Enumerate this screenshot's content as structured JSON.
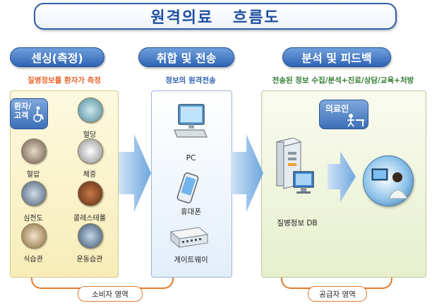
{
  "title": "원격의료   흐름도",
  "sections": [
    {
      "header": "센싱(측정)",
      "subtitle": "질병정보를 환자가 측정"
    },
    {
      "header": "취합 및 전송",
      "subtitle": "정보의 원격전송"
    },
    {
      "header": "분석 및 피드백",
      "subtitle": "전송된 정보 수집/분석+진료/상담/교육+처방"
    }
  ],
  "patient_badge": "환자/\n고객",
  "sensing_items": [
    "혈당",
    "혈압",
    "체중",
    "심전도",
    "콜레스테롤",
    "식습관",
    "운동습관"
  ],
  "devices": [
    "PC",
    "휴대폰",
    "게이트웨이"
  ],
  "doctor_badge": "의료인",
  "db_label": "질병정보 DB",
  "zones": {
    "consumer": "소비자 영역",
    "provider": "공급자 영역"
  },
  "colors": {
    "header_blue": "#2f64b5",
    "subtitle_orange": "#e8632a",
    "subtitle_blue": "#2a5fb0",
    "subtitle_green": "#2f7a2f",
    "bracket": "#e07a2c"
  }
}
